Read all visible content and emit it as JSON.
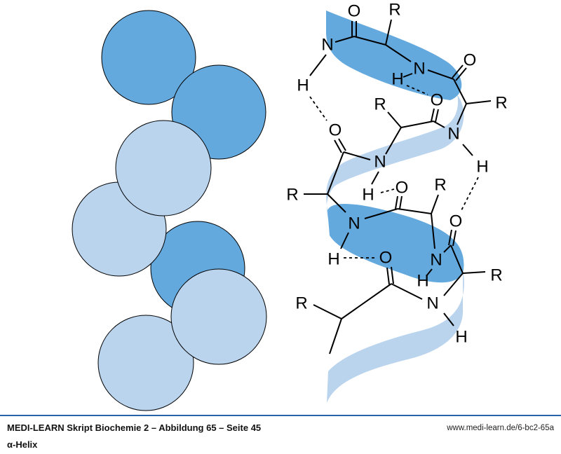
{
  "colors": {
    "dark_blue": "#64a9de",
    "light_blue": "#bad4ee",
    "rule": "#2a62a8"
  },
  "atoms": {
    "R": "R",
    "N": "N",
    "O": "O",
    "H": "H"
  },
  "footer": {
    "caption": "MEDI-LEARN Skript Biochemie 2 – Abbildung 65 – Seite 45",
    "url": "www.medi-learn.de/6-bc2-65a",
    "subtitle": "α-Helix"
  }
}
